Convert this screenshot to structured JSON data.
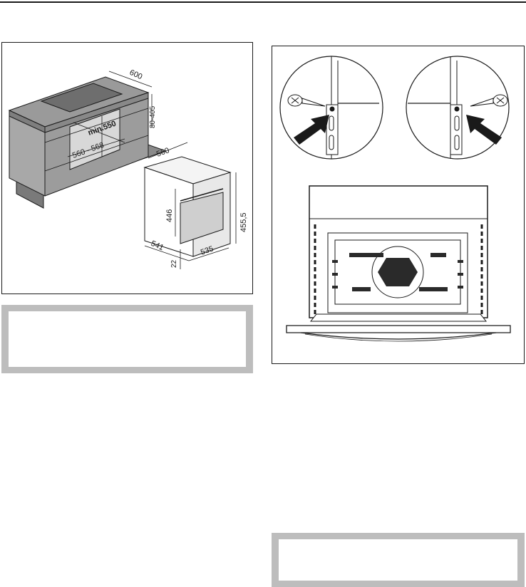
{
  "figure_left": {
    "dimensions": {
      "cabinet_depth": "600",
      "worktop_thickness": "80-405",
      "niche_depth_min": "min.550",
      "niche_width": "560 - 568",
      "oven_width": "560",
      "oven_height_outer": "455,5",
      "oven_height_inner": "446",
      "oven_depth": "535",
      "oven_depth_side": "541",
      "front_offset": "22"
    }
  },
  "colors": {
    "line": "#1a1a1a",
    "worktop": "#9a9a9a",
    "cabinet_front": "#a8a8a8",
    "cabinet_side": "#8c8c8c",
    "hob": "#707070",
    "note_border": "#bdbdbd"
  },
  "icons": [
    "screw-icon",
    "arrow-icon"
  ]
}
